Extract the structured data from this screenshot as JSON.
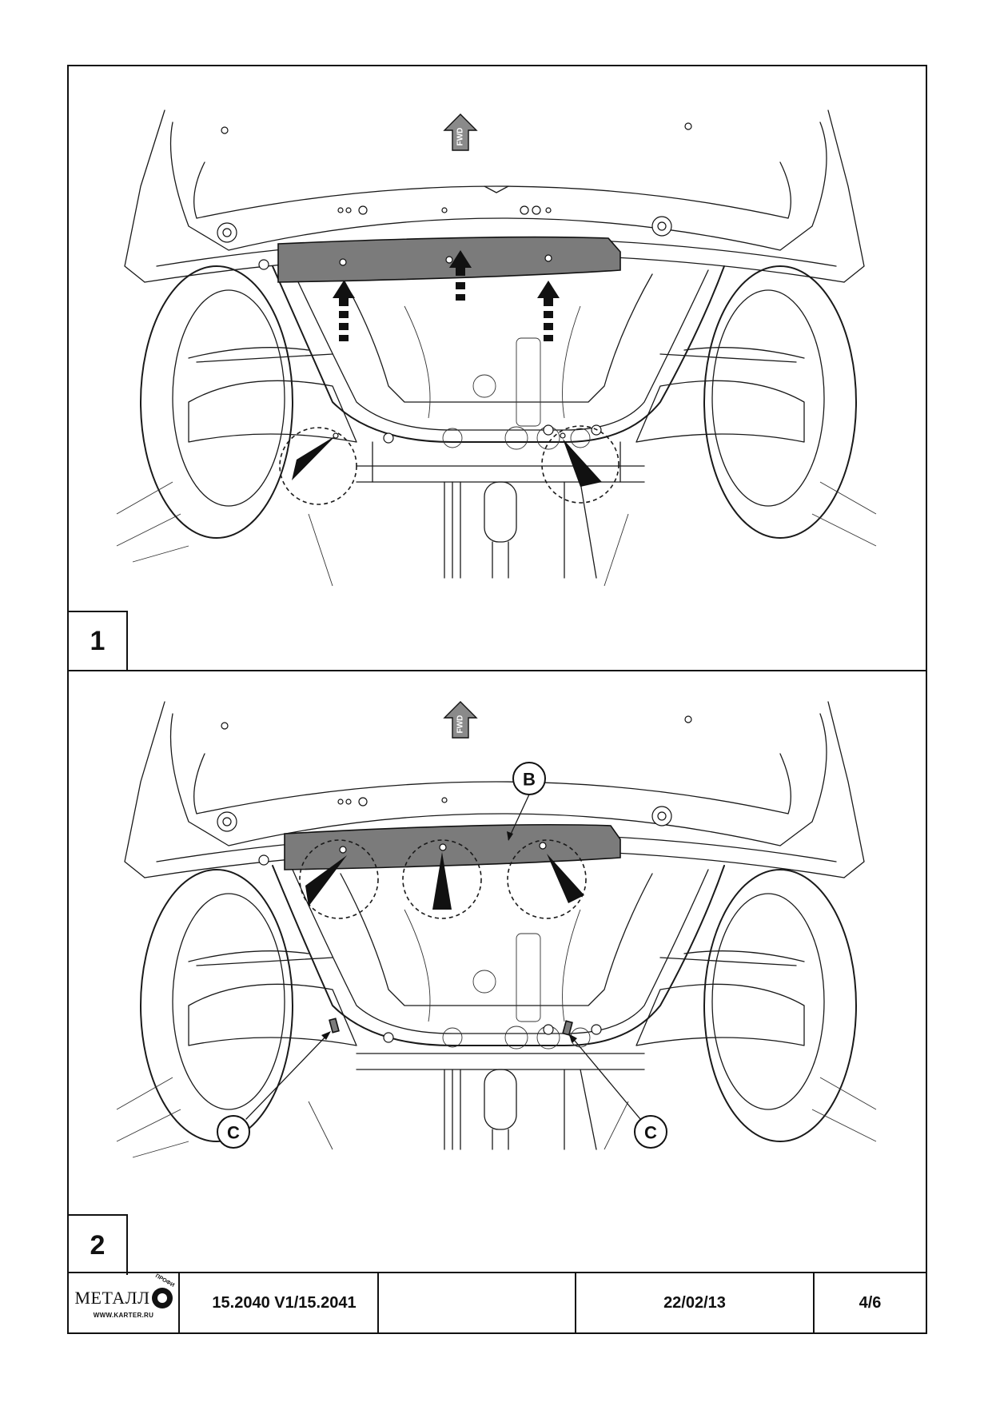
{
  "steps": [
    {
      "number": "1",
      "fwd_label": "FWD"
    },
    {
      "number": "2",
      "fwd_label": "FWD",
      "callouts": [
        "B",
        "C",
        "C"
      ]
    }
  ],
  "title_block": {
    "logo_text": "МЕТАЛЛ",
    "logo_tagline": "ПРОФИ",
    "logo_website": "WWW.KARTER.RU",
    "part_number": "15.2040 V1/15.2041",
    "blank": "",
    "date": "22/02/13",
    "page": "4/6"
  },
  "colors": {
    "line": "#1a1a1a",
    "plate": "#7b7b7b",
    "arrow": "#111111",
    "background": "#ffffff"
  }
}
